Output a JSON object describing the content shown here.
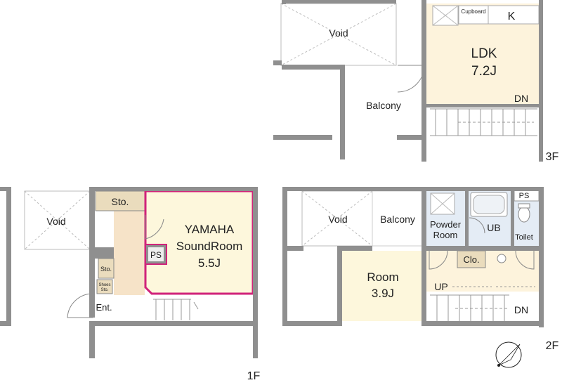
{
  "colors": {
    "wall": "#8f8f8f",
    "living_fill": "#fdf3dc",
    "room_fill": "#fdf7dc",
    "corridor_fill": "#f6e3c8",
    "wet_fill": "#e4ecf5",
    "storage_fill": "#eadcbd",
    "soundroom_border": "#d0237a",
    "ps_fill": "#8f8f8f"
  },
  "floor_3f": {
    "label": "3F",
    "void": "Void",
    "cupboard": "Cupboard",
    "kitchen": "K",
    "ldk_name": "LDK",
    "ldk_size": "7.2J",
    "balcony": "Balcony",
    "stair": "DN"
  },
  "floor_2f": {
    "label": "2F",
    "void": "Void",
    "balcony": "Balcony",
    "powder_line1": "Powder",
    "powder_line2": "Room",
    "bath": "UB",
    "ps": "PS",
    "toilet": "Toilet",
    "closet": "Clo.",
    "room_name": "Room",
    "room_size": "3.9J",
    "stair_up": "UP",
    "stair_down": "DN",
    "compass_icon": "north-arrow-icon"
  },
  "floor_1f": {
    "label": "1F",
    "void": "Void",
    "storage_top": "Sto.",
    "storage_side": "Sto.",
    "shoes_line1": "Shoes",
    "shoes_line2": "Sto.",
    "entrance": "Ent.",
    "ps": "PS",
    "sound_line1": "YAMAHA",
    "sound_line2": "SoundRoom",
    "sound_size": "5.5J"
  }
}
